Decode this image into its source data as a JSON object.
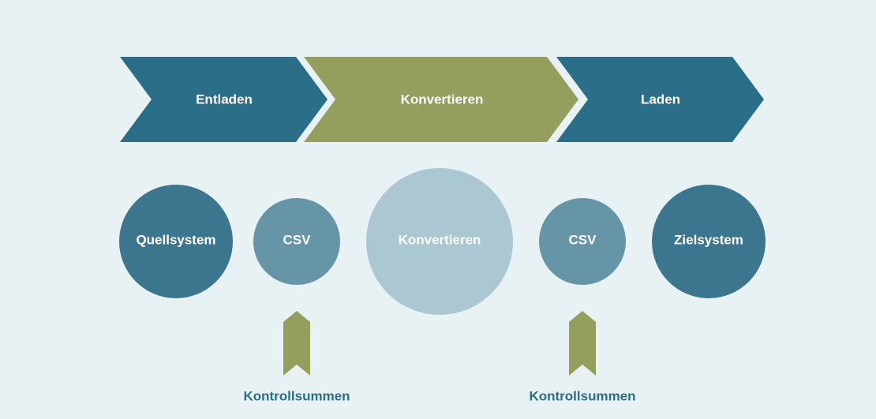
{
  "process_steps": [
    {
      "label": "Entladen",
      "color": "#2b6e87"
    },
    {
      "label": "Konvertieren",
      "color": "#949f5e"
    },
    {
      "label": "Laden",
      "color": "#2b6e87"
    }
  ],
  "nodes": [
    {
      "label": "Quellsystem",
      "color": "#3c768e"
    },
    {
      "label": "CSV",
      "color": "#6595a7"
    },
    {
      "label": "Konvertieren",
      "color": "#aac7d2"
    },
    {
      "label": "CSV",
      "color": "#6595a7"
    },
    {
      "label": "Zielsystem",
      "color": "#3c768e"
    }
  ],
  "markers": [
    {
      "label": "Kontrollsummen",
      "color": "#949f5e"
    },
    {
      "label": "Kontrollsummen",
      "color": "#949f5e"
    }
  ]
}
